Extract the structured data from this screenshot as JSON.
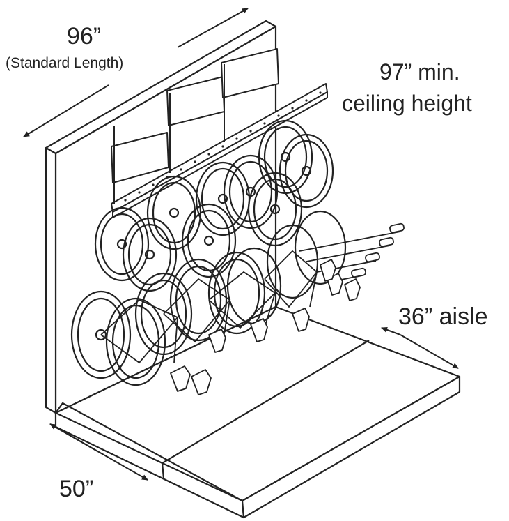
{
  "labels": {
    "length": "96”",
    "length_note": "(Standard Length)",
    "ceiling_line1": "97” min.",
    "ceiling_line2": "ceiling height",
    "aisle": "36” aisle",
    "depth": "50”"
  },
  "colors": {
    "ink": "#222222",
    "background": "#ffffff"
  },
  "rack": {
    "upper_wheels": 9,
    "lower_wheels": 8
  }
}
